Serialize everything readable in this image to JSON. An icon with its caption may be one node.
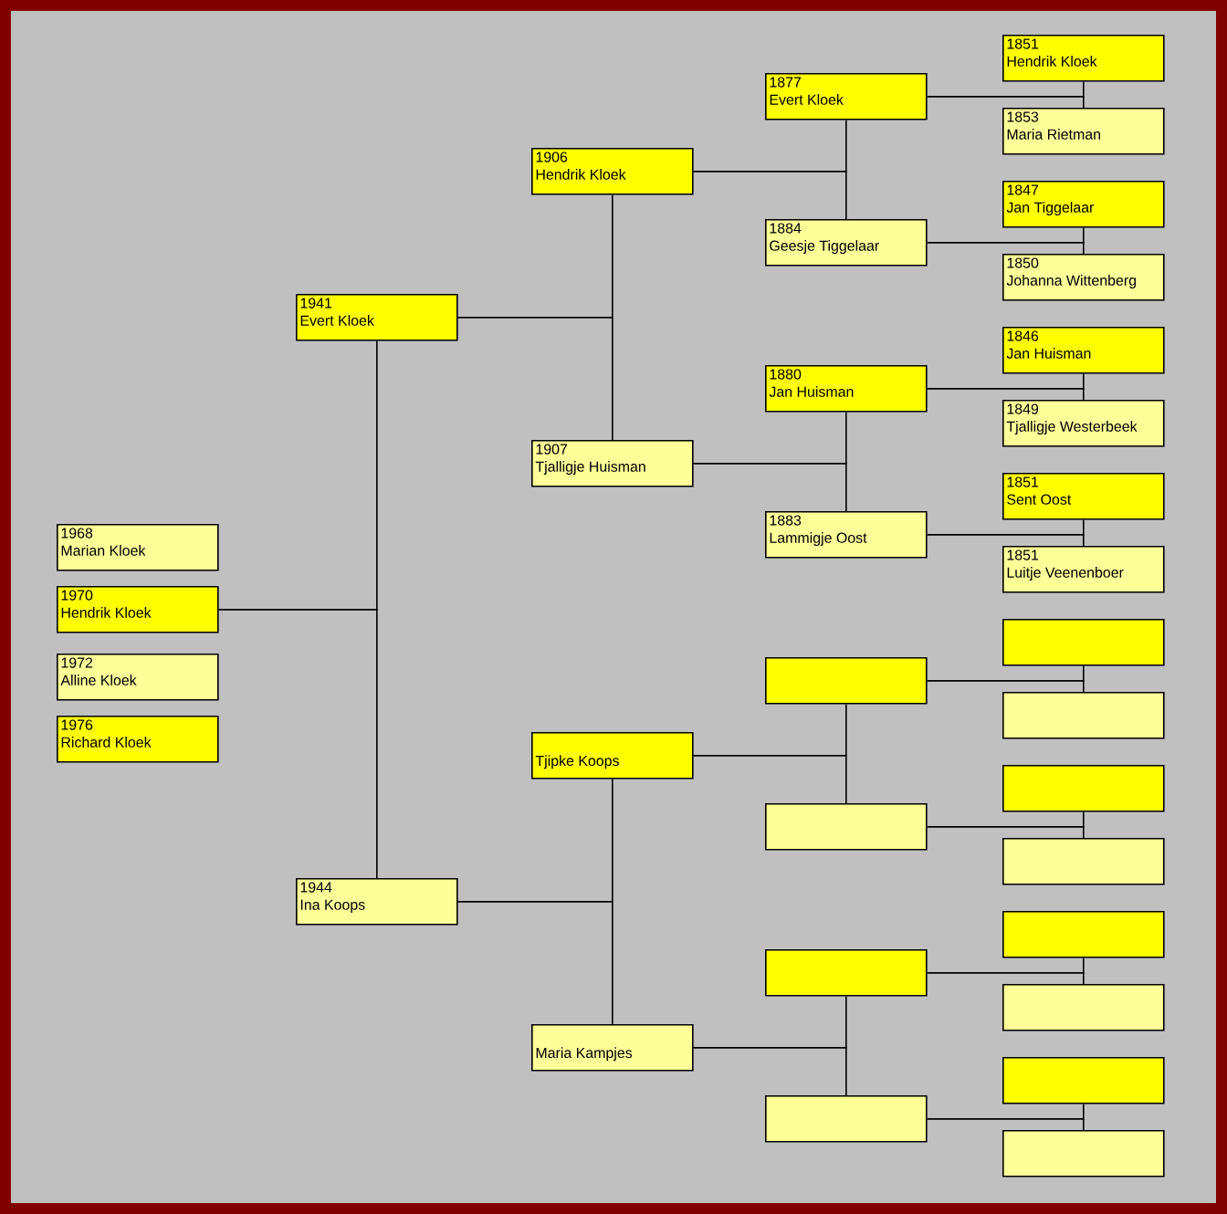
{
  "diagram": {
    "nodes": [
      {
        "text": [
          "1968",
          "Marian Kloek"
        ]
      },
      {
        "text": [
          "1970",
          "Hendrik Kloek"
        ]
      },
      {
        "text": [
          "1972",
          "Alline Kloek"
        ]
      },
      {
        "text": [
          "1976",
          "Richard Kloek"
        ]
      },
      {
        "text": [
          "1941",
          "Evert Kloek"
        ]
      },
      {
        "text": [
          "1944",
          "Ina Koops"
        ]
      },
      {
        "text": [
          "1906",
          "Hendrik Kloek"
        ]
      },
      {
        "text": [
          "1907",
          "Tjalligje Huisman"
        ]
      },
      {
        "text": [
          "Tjipke Koops"
        ]
      },
      {
        "text": [
          "Maria Kampjes"
        ]
      },
      {
        "text": [
          "1877",
          "Evert Kloek"
        ]
      },
      {
        "text": [
          "1884",
          "Geesje Tiggelaar"
        ]
      },
      {
        "text": [
          "1880",
          "Jan Huisman"
        ]
      },
      {
        "text": [
          "1883",
          "Lammigje Oost"
        ]
      },
      {
        "text": [],
        "shape": "box"
      },
      {
        "text": [],
        "shape": "box"
      },
      {
        "text": [],
        "shape": "box"
      },
      {
        "text": [],
        "shape": "box"
      },
      {
        "text": [
          "1851",
          "Hendrik Kloek"
        ]
      },
      {
        "text": [
          "1853",
          "Maria Rietman"
        ]
      },
      {
        "text": [
          "1847",
          "Jan Tiggelaar"
        ]
      },
      {
        "text": [
          "1850",
          "Johanna Wittenberg"
        ]
      },
      {
        "text": [
          "1846",
          "Jan Huisman"
        ]
      },
      {
        "text": [
          "1849",
          "Tjalligje Westerbeek"
        ]
      },
      {
        "text": [
          "1851",
          "Sent Oost"
        ]
      },
      {
        "text": [
          "1851",
          "Luitje Veenenboer"
        ]
      },
      {
        "text": [],
        "shape": "box"
      },
      {
        "text": [],
        "shape": "box"
      },
      {
        "text": [],
        "shape": "box"
      },
      {
        "text": [],
        "shape": "box"
      },
      {
        "text": [],
        "shape": "box"
      },
      {
        "text": [],
        "shape": "box"
      },
      {
        "text": [],
        "shape": "box"
      },
      {
        "text": [],
        "shape": "box"
      }
    ],
    "edges": [
      {
        "from": 1,
        "to": 4,
        "arrow": "none"
      },
      {
        "from": 1,
        "to": 5,
        "arrow": "none"
      },
      {
        "from": 4,
        "to": 6,
        "arrow": "none"
      },
      {
        "from": 4,
        "to": 7,
        "arrow": "none"
      },
      {
        "from": 5,
        "to": 8,
        "arrow": "none"
      },
      {
        "from": 5,
        "to": 9,
        "arrow": "none"
      },
      {
        "from": 6,
        "to": 10,
        "arrow": "none"
      },
      {
        "from": 6,
        "to": 11,
        "arrow": "none"
      },
      {
        "from": 7,
        "to": 12,
        "arrow": "none"
      },
      {
        "from": 7,
        "to": 13,
        "arrow": "none"
      },
      {
        "from": 8,
        "to": 14,
        "arrow": "none"
      },
      {
        "from": 8,
        "to": 15,
        "arrow": "none"
      },
      {
        "from": 9,
        "to": 16,
        "arrow": "none"
      },
      {
        "from": 9,
        "to": 17,
        "arrow": "none"
      },
      {
        "from": 10,
        "to": 18,
        "arrow": "none"
      },
      {
        "from": 10,
        "to": 19,
        "arrow": "none"
      },
      {
        "from": 11,
        "to": 20,
        "arrow": "none"
      },
      {
        "from": 11,
        "to": 21,
        "arrow": "none"
      },
      {
        "from": 12,
        "to": 22,
        "arrow": "none"
      },
      {
        "from": 12,
        "to": 23,
        "arrow": "none"
      },
      {
        "from": 13,
        "to": 24,
        "arrow": "none"
      },
      {
        "from": 13,
        "to": 25,
        "arrow": "none"
      },
      {
        "from": 14,
        "to": 26,
        "arrow": "none"
      },
      {
        "from": 14,
        "to": 27,
        "arrow": "none"
      },
      {
        "from": 15,
        "to": 28,
        "arrow": "none"
      },
      {
        "from": 15,
        "to": 29,
        "arrow": "none"
      },
      {
        "from": 16,
        "to": 30,
        "arrow": "none"
      },
      {
        "from": 16,
        "to": 31,
        "arrow": "none"
      },
      {
        "from": 17,
        "to": 32,
        "arrow": "none"
      },
      {
        "from": 17,
        "to": 33,
        "arrow": "none"
      }
    ]
  }
}
